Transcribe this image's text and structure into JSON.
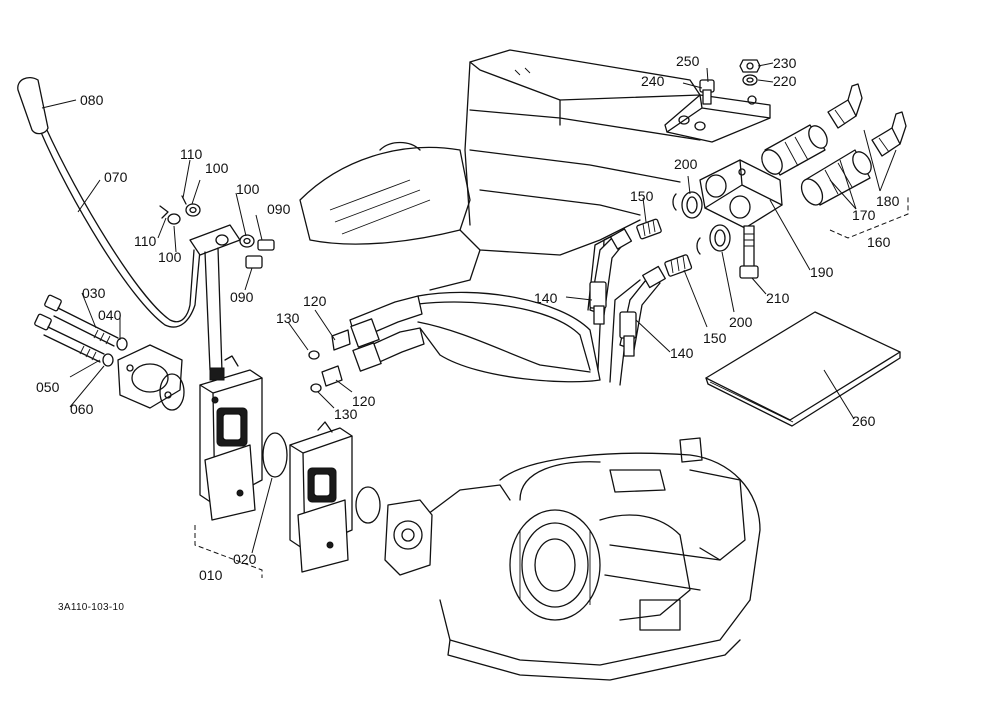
{
  "document_id": "3A110-103-10",
  "callouts": {
    "p010": "010",
    "p020": "020",
    "p030": "030",
    "p040": "040",
    "p050": "050",
    "p060": "060",
    "p070": "070",
    "p080": "080",
    "p090a": "090",
    "p090b": "090",
    "p100a": "100",
    "p100b": "100",
    "p100c": "100",
    "p110a": "110",
    "p110b": "110",
    "p120a": "120",
    "p120b": "120",
    "p130a": "130",
    "p130b": "130",
    "p140a": "140",
    "p140b": "140",
    "p150a": "150",
    "p150b": "150",
    "p160": "160",
    "p170": "170",
    "p180": "180",
    "p190": "190",
    "p200a": "200",
    "p200b": "200",
    "p210": "210",
    "p220": "220",
    "p230": "230",
    "p240": "240",
    "p250": "250",
    "p260": "260"
  }
}
